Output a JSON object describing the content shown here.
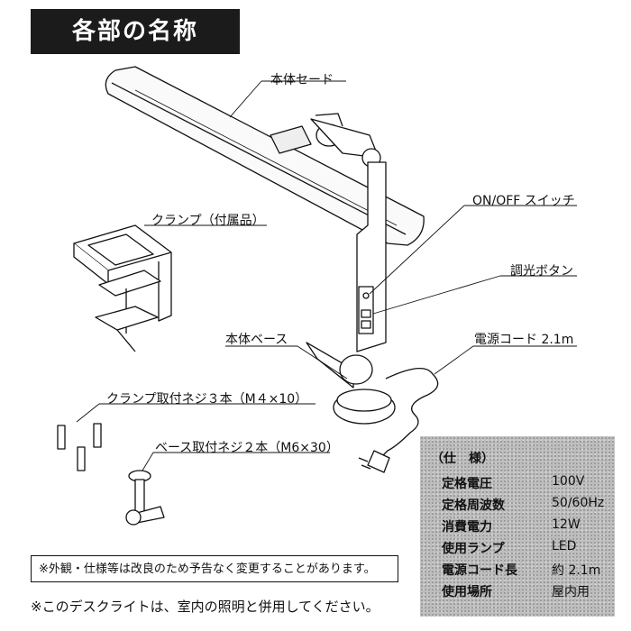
{
  "title": "各部の名称",
  "labels": {
    "shade": "本体セード",
    "clamp": "クランプ（付属品）",
    "switch": "ON/OFF スイッチ",
    "dimmer": "調光ボタン",
    "base": "本体ベース",
    "cord": "電源コード 2.1m",
    "clamp_screw": "クランプ取付ネジ３本（M４×10）",
    "base_screw": "ベース取付ネジ２本（M6×30）"
  },
  "spec": {
    "heading": "（仕　様）",
    "rows": [
      {
        "key": "定格電圧",
        "value": "100V"
      },
      {
        "key": "定格周波数",
        "value": "50/60Hz"
      },
      {
        "key": "消費電力",
        "value": "12W"
      },
      {
        "key": "使用ランプ",
        "value": "LED"
      },
      {
        "key": "電源コード長",
        "value": "約 2.1m"
      },
      {
        "key": "使用場所",
        "value": "屋内用"
      }
    ]
  },
  "notes": {
    "boxed": "※外観・仕様等は改良のため予告なく変更することがあります。",
    "bottom": "※このデスクライトは、室内の照明と併用してください。"
  }
}
